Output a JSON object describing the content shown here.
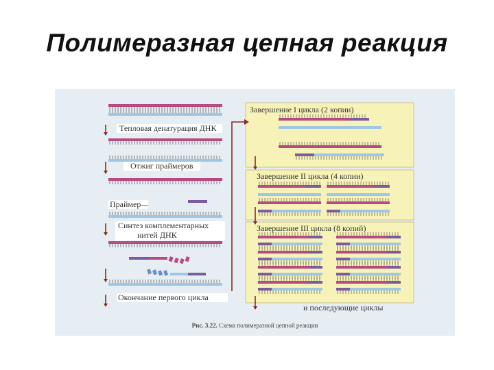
{
  "title": "Полимеразная цепная реакция",
  "left": {
    "step1": "Тепловая денатурация ДНК",
    "step2": "Отжиг праймеров",
    "primer": "Праймер",
    "step3_line1": "Синтез комплементарных",
    "step3_line2": "нитей ДНК",
    "step4": "Окончание первого цикла"
  },
  "right": {
    "cycle1": "Завершение I цикла (2 копии)",
    "cycle2": "Завершение II цикла (4 копии)",
    "cycle3": "Завершение III цикла (8 копий)",
    "next": "и последующие циклы"
  },
  "caption": {
    "label": "Рис. 3.22.",
    "text": "Схема полимеразной цепной реакции"
  },
  "colors": {
    "figure_bg": "#e6eef4",
    "panel_bg": "#f7f3b8",
    "strand_magenta": "#b84a82",
    "strand_blue": "#9fc6e4",
    "primer_purple": "#7a5aa0",
    "arrow": "#8a2a1a",
    "label_box": "#ffffff"
  }
}
